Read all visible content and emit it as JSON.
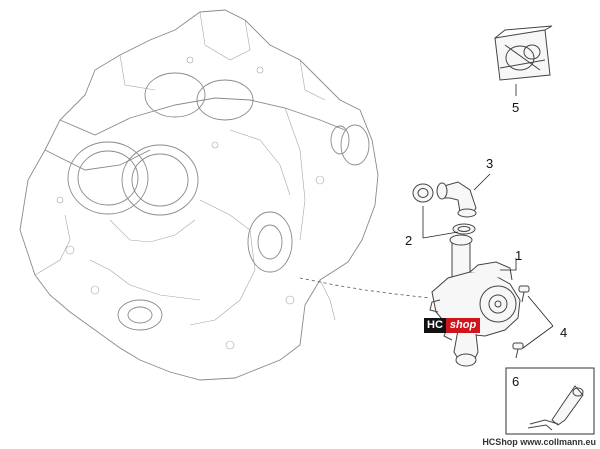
{
  "callouts": {
    "c1": "1",
    "c2": "2",
    "c3": "3",
    "c4": "4",
    "c5": "5",
    "c6": "6"
  },
  "watermark": {
    "hc": "HC",
    "shop": "shop"
  },
  "footer": "HCShop www.collmann.eu"
}
